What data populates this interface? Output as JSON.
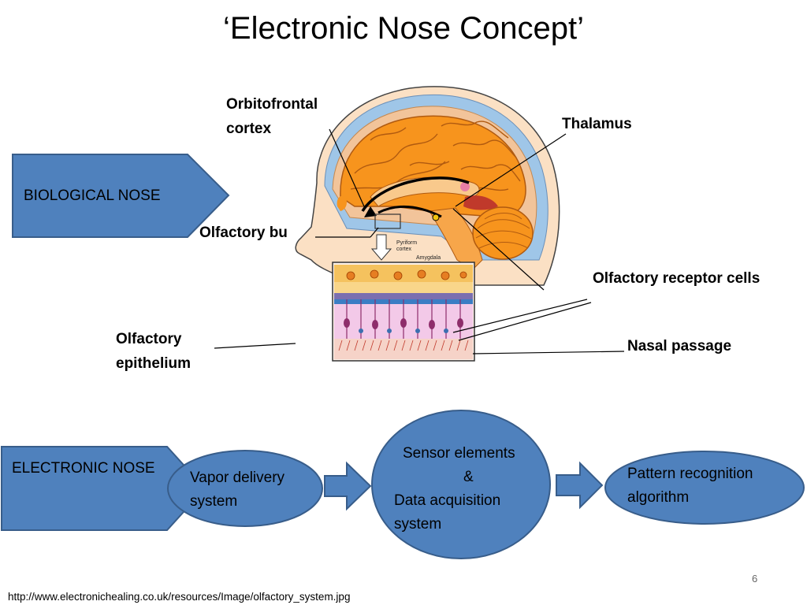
{
  "title": "‘Electronic Nose Concept’",
  "biological": {
    "box_label": "BIOLOGICAL NOSE",
    "labels": {
      "orbitofrontal_1": "Orbitofrontal",
      "orbitofrontal_2": "cortex",
      "thalamus": "Thalamus",
      "olfactory_bulb": "Olfactory bu",
      "receptor_cells": "Olfactory receptor cells",
      "epithelium_1": "Olfactory",
      "epithelium_2": "epithelium",
      "nasal_passage": "Nasal passage"
    },
    "image_labels": {
      "piriform_1": "Pyriform",
      "piriform_2": "cortex",
      "amygdala": "Amygdala"
    }
  },
  "electronic": {
    "box_label": "ELECTRONIC NOSE",
    "vapor_1": "Vapor delivery",
    "vapor_2": "system",
    "sensor_1": "Sensor elements",
    "sensor_2": "&",
    "sensor_3": "Data acquisition",
    "sensor_4": "system",
    "pattern_1": "Pattern recognition",
    "pattern_2": "algorithm"
  },
  "colors": {
    "shape_fill": "#4f81bd",
    "shape_stroke": "#385d8a",
    "brain": "#f7941d",
    "skin": "#fbe0c4"
  },
  "slide_number": "6",
  "footer_url": "http://www.electronichealing.co.uk/resources/Image/olfactory_system.jpg"
}
